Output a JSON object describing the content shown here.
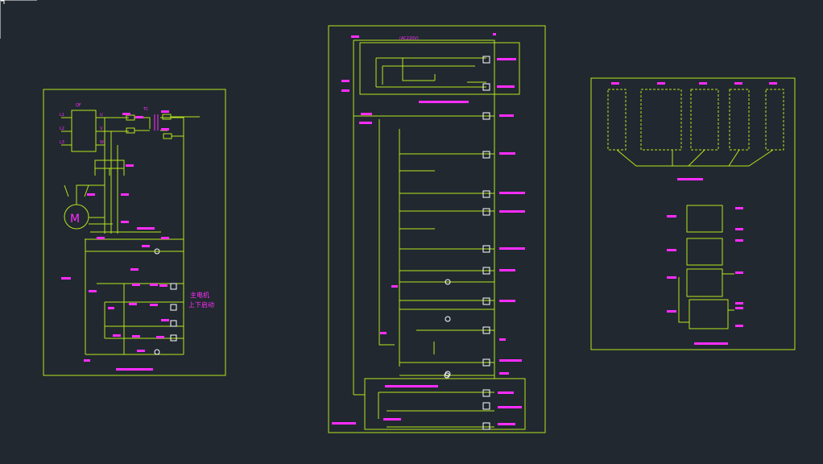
{
  "colors": {
    "background": "#212830",
    "wire": "#b5e61d",
    "text": "#ff2dff",
    "component": "#ffffff"
  },
  "texts": {
    "qf": "QF",
    "l1": "L1",
    "l2": "L2",
    "l3": "L3",
    "u": "U",
    "v": "V",
    "w": "W",
    "tc": "TC",
    "motor": "M",
    "main_motor_label": "主电机",
    "direction_label": "上下启动",
    "doc_title": "(AC220V)",
    "contact_table_title": "控制开关接线图"
  },
  "icons": {
    "corner": "corner-bracket-icon"
  }
}
